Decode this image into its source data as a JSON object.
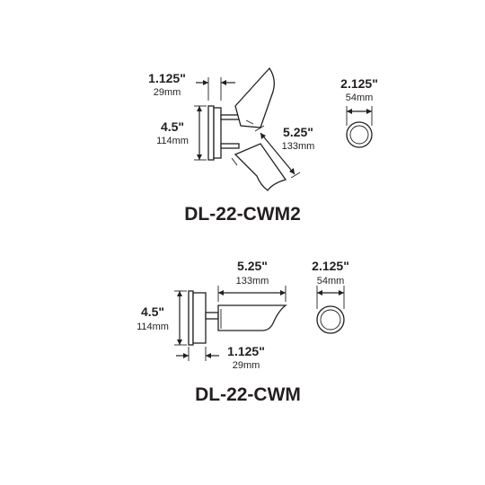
{
  "top_fixture": {
    "model_name": "DL-22-CWM2",
    "dim_depth_in": "1.125\"",
    "dim_depth_mm": "29mm",
    "dim_height_in": "4.5\"",
    "dim_height_mm": "114mm",
    "dim_length_in": "5.25\"",
    "dim_length_mm": "133mm",
    "dim_diameter_in": "2.125\"",
    "dim_diameter_mm": "54mm"
  },
  "bottom_fixture": {
    "model_name": "DL-22-CWM",
    "dim_length_in": "5.25\"",
    "dim_length_mm": "133mm",
    "dim_diameter_in": "2.125\"",
    "dim_diameter_mm": "54mm",
    "dim_height_in": "4.5\"",
    "dim_height_mm": "114mm",
    "dim_depth_in": "1.125\"",
    "dim_depth_mm": "29mm"
  }
}
